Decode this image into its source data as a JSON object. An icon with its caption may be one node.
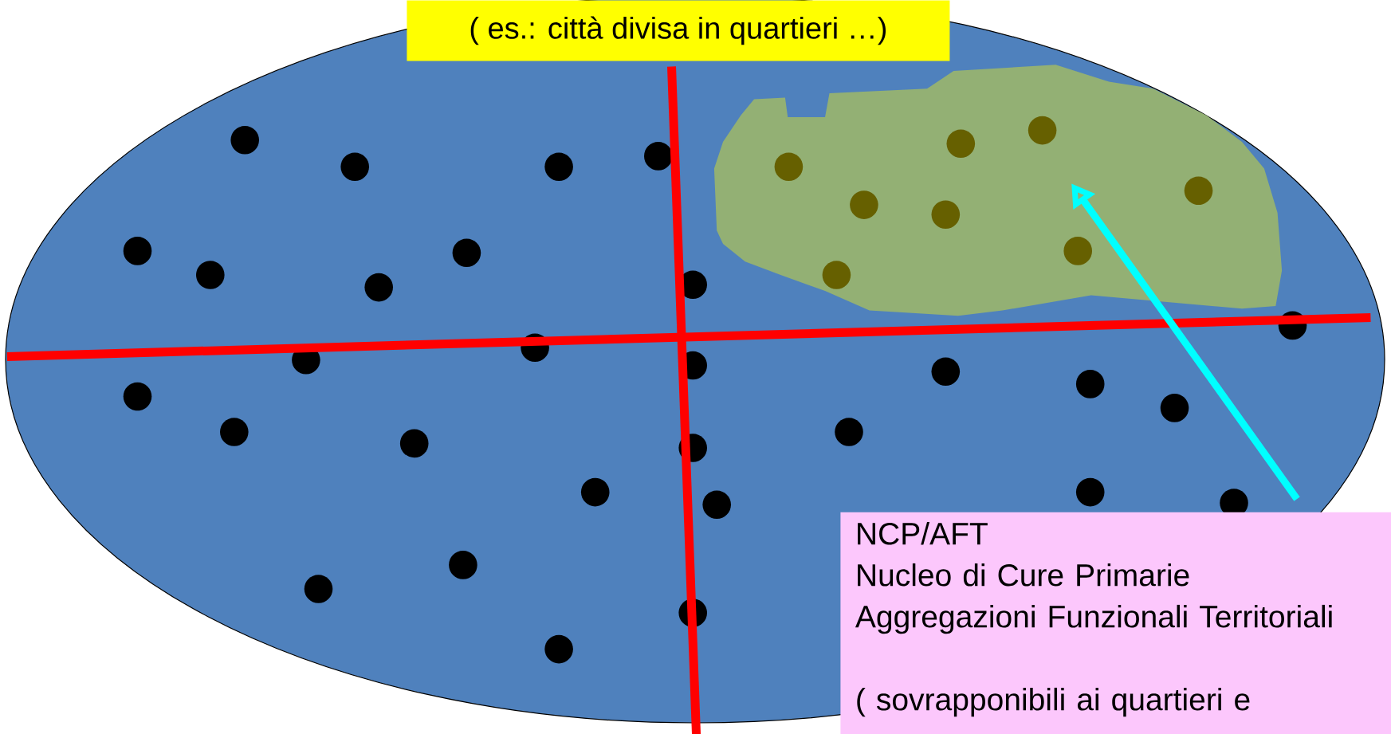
{
  "diagram": {
    "nodes": [
      {
        "text": [
          "( es.: città divisa in quartieri …)"
        ]
      },
      {
        "text": [],
        "shape": "cloud"
      },
      {
        "text": [
          "NCP/AFT",
          "Nucleo di Cure Primarie",
          "Aggregazioni Funzionali Territoriali",
          "( sovrapponibili ai quartieri e"
        ]
      }
    ],
    "edges": [
      {
        "from": 2,
        "to": 1,
        "arrow": "to",
        "color": "#00ffff"
      }
    ]
  }
}
